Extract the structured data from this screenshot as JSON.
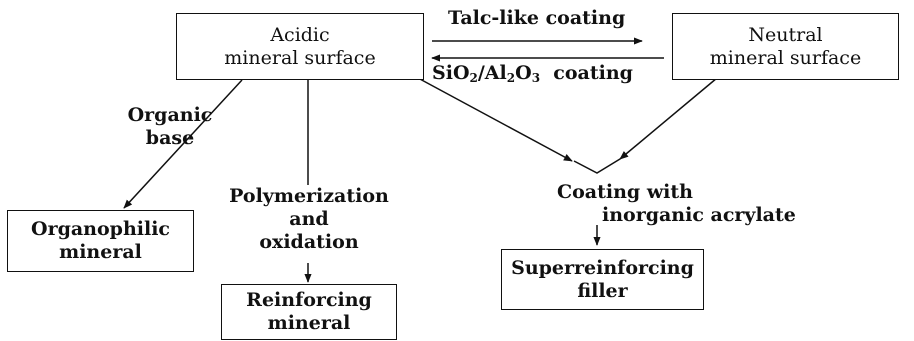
{
  "nodes": {
    "acidic": {
      "line1": "Acidic",
      "line2": "mineral surface"
    },
    "neutral": {
      "line1": "Neutral",
      "line2": "mineral surface"
    },
    "organophilic": {
      "line1": "Organophilic",
      "line2": "mineral"
    },
    "reinforcing": {
      "line1": "Reinforcing",
      "line2": "mineral"
    },
    "superreinforcing": {
      "line1": "Superreinforcing",
      "line2": "filler"
    }
  },
  "edges": {
    "talc": {
      "text": "Talc-like coating"
    },
    "sio2": {
      "part1": "SiO",
      "sub1": "2",
      "part2": "/Al",
      "sub2": "2",
      "part3": "O",
      "sub3": "3",
      "part4": "coating"
    },
    "organic_base": {
      "line1": "Organic",
      "line2": "base"
    },
    "polymerization": {
      "line1": "Polymerization",
      "line2": "and",
      "line3": "oxidation"
    },
    "coating": {
      "line1": "Coating with",
      "line2": "inorganic acrylate"
    }
  }
}
